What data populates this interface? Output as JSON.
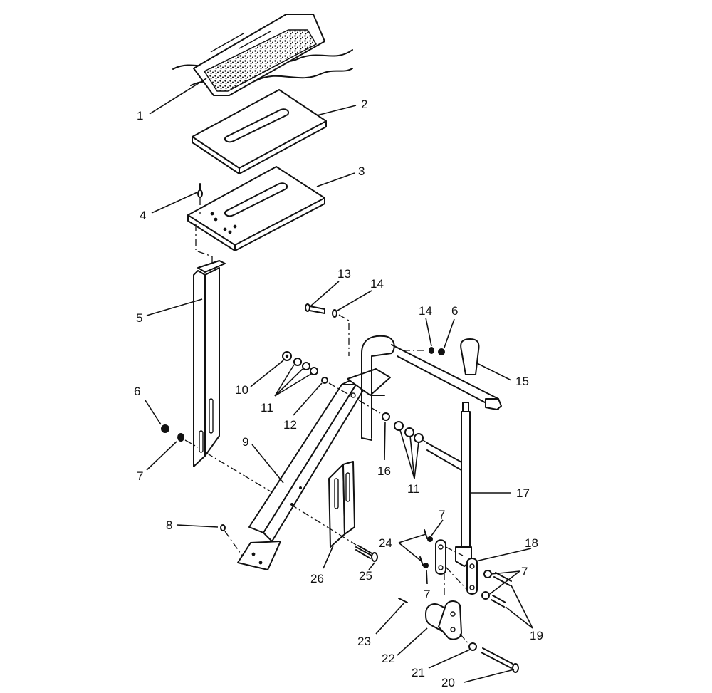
{
  "callouts": [
    {
      "id": "c1",
      "text": "1"
    },
    {
      "id": "c2",
      "text": "2"
    },
    {
      "id": "c3",
      "text": "3"
    },
    {
      "id": "c4",
      "text": "4"
    },
    {
      "id": "c5",
      "text": "5"
    },
    {
      "id": "c6a",
      "text": "6"
    },
    {
      "id": "c6b",
      "text": "6"
    },
    {
      "id": "c7a",
      "text": "7"
    },
    {
      "id": "c7b",
      "text": "7"
    },
    {
      "id": "c7c",
      "text": "7"
    },
    {
      "id": "c7d",
      "text": "7"
    },
    {
      "id": "c8",
      "text": "8"
    },
    {
      "id": "c9",
      "text": "9"
    },
    {
      "id": "c10",
      "text": "10"
    },
    {
      "id": "c11a",
      "text": "11"
    },
    {
      "id": "c11b",
      "text": "11"
    },
    {
      "id": "c12",
      "text": "12"
    },
    {
      "id": "c13",
      "text": "13"
    },
    {
      "id": "c14a",
      "text": "14"
    },
    {
      "id": "c14b",
      "text": "14"
    },
    {
      "id": "c15",
      "text": "15"
    },
    {
      "id": "c16",
      "text": "16"
    },
    {
      "id": "c17",
      "text": "17"
    },
    {
      "id": "c18",
      "text": "18"
    },
    {
      "id": "c19",
      "text": "19"
    },
    {
      "id": "c20",
      "text": "20"
    },
    {
      "id": "c21",
      "text": "21"
    },
    {
      "id": "c22",
      "text": "22"
    },
    {
      "id": "c23",
      "text": "23"
    },
    {
      "id": "c24",
      "text": "24"
    },
    {
      "id": "c25",
      "text": "25"
    },
    {
      "id": "c26",
      "text": "26"
    }
  ],
  "colors": {
    "ink": "#111111",
    "paper": "#ffffff"
  }
}
